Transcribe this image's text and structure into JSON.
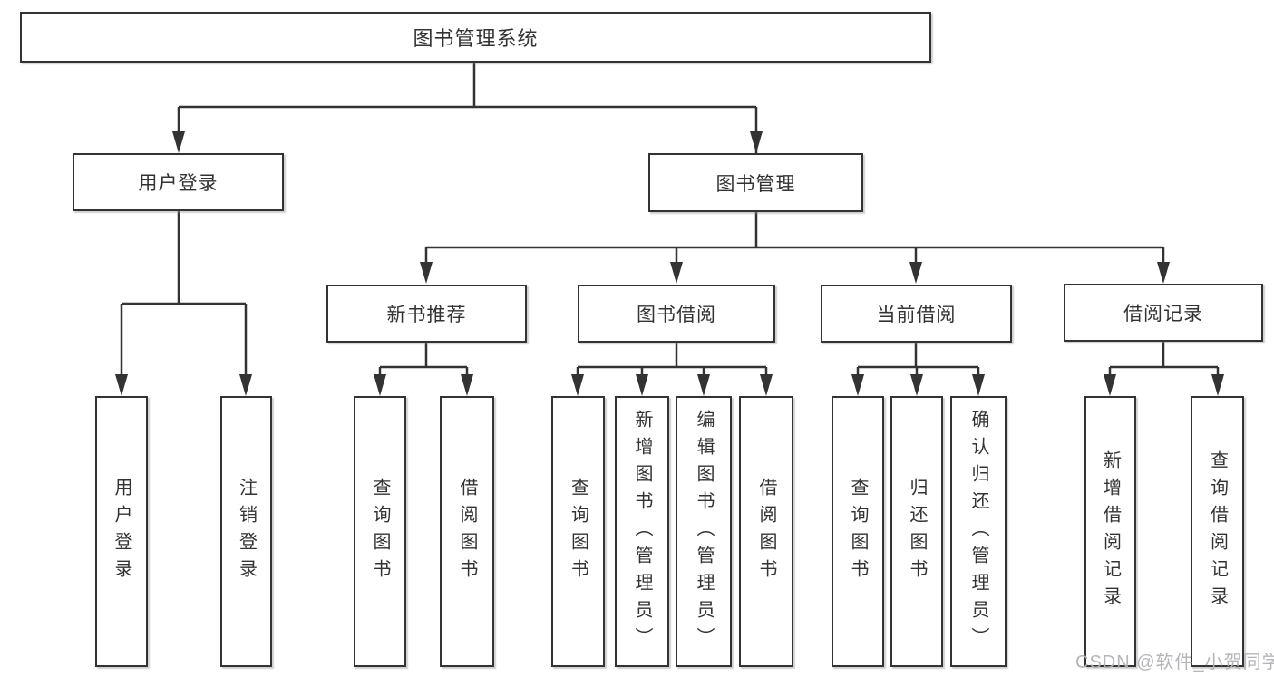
{
  "tree": {
    "label": "图书管理系统",
    "children": [
      {
        "label": "用户登录",
        "children": [
          {
            "label": "用户登录"
          },
          {
            "label": "注销登录"
          }
        ]
      },
      {
        "label": "图书管理",
        "children": [
          {
            "label": "新书推荐",
            "children": [
              {
                "label": "查询图书"
              },
              {
                "label": "借阅图书"
              }
            ]
          },
          {
            "label": "图书借阅",
            "children": [
              {
                "label": "查询图书"
              },
              {
                "label": "新增图书（管理员）"
              },
              {
                "label": "编辑图书（管理员）"
              },
              {
                "label": "借阅图书"
              }
            ]
          },
          {
            "label": "当前借阅",
            "children": [
              {
                "label": "查询图书"
              },
              {
                "label": "归还图书"
              },
              {
                "label": "确认归还（管理员）"
              }
            ]
          },
          {
            "label": "借阅记录",
            "children": [
              {
                "label": "新增借阅记录"
              },
              {
                "label": "查询借阅记录"
              }
            ]
          }
        ]
      }
    ]
  },
  "watermark": {
    "text": "CSDN @软件_小贺同学"
  },
  "colors": {
    "line": "#333333",
    "text": "#333333",
    "box_background": "#ffffff",
    "watermark": "#b2b2b6",
    "background": "#ffffff"
  }
}
